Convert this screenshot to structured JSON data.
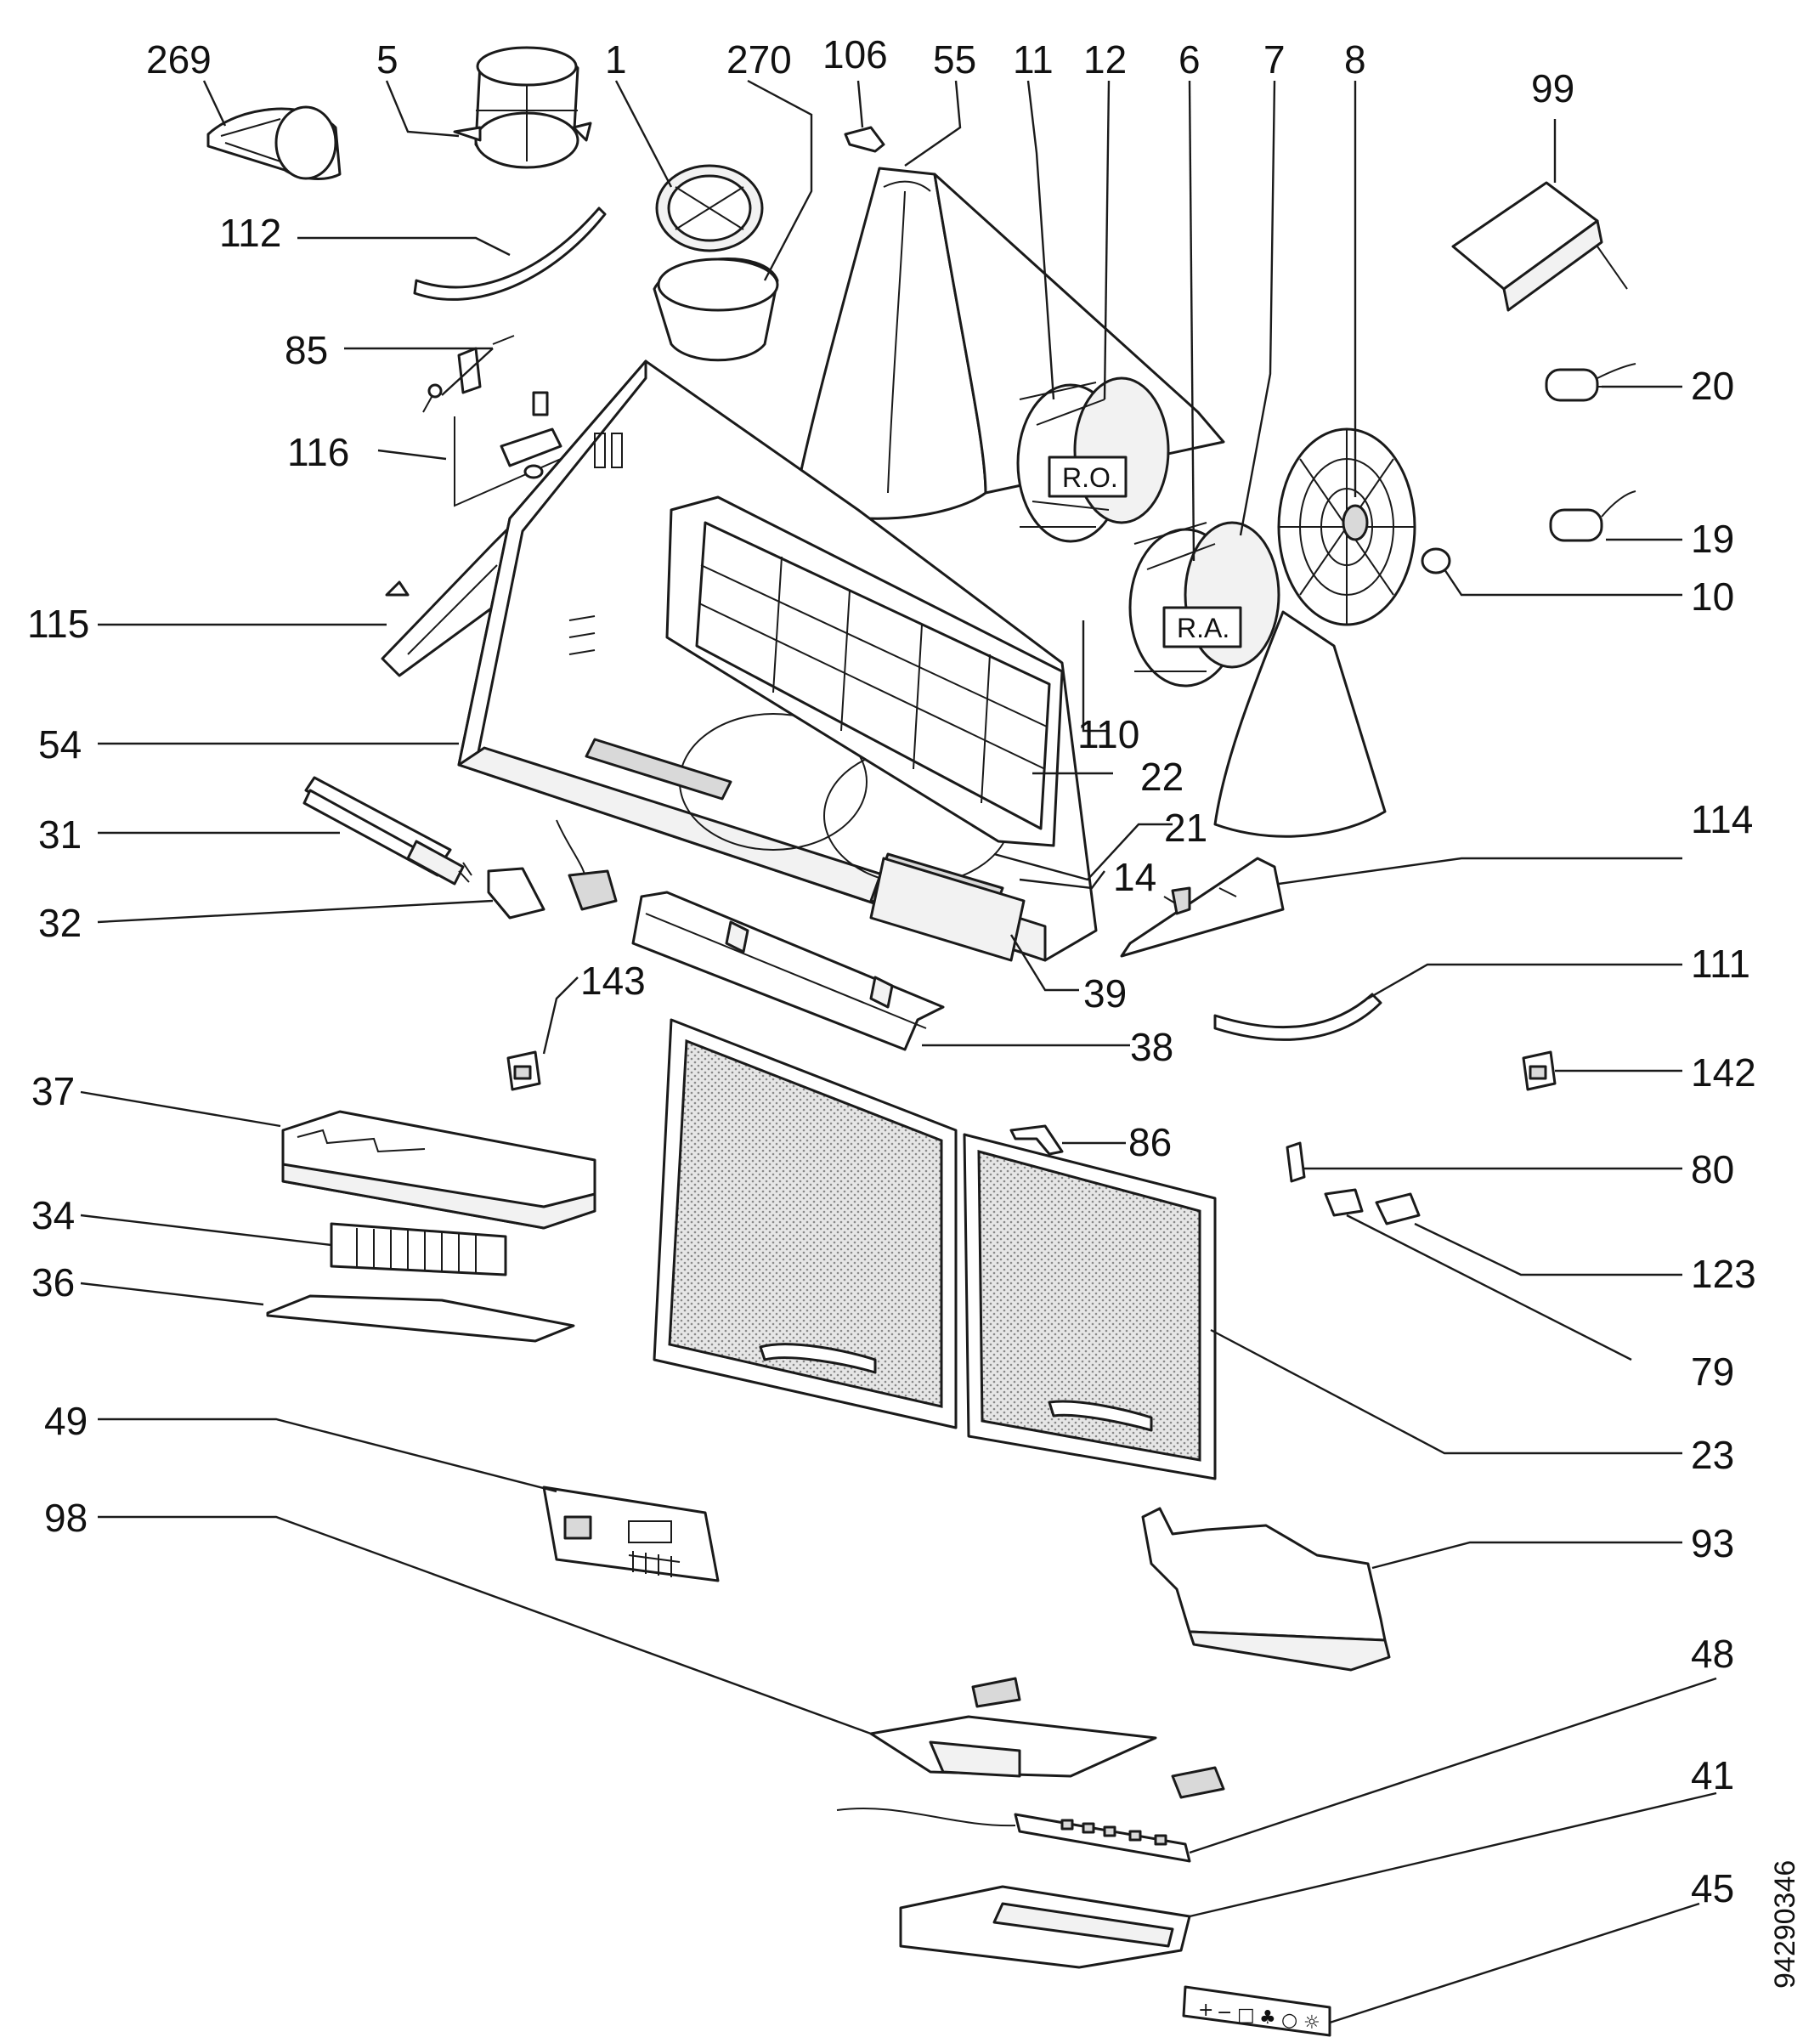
{
  "document_id": "94290346",
  "tags": {
    "ro": "R.O.",
    "ra": "R.A."
  },
  "control_symbols": [
    "+",
    "−",
    "□",
    "♣",
    "○",
    "☼"
  ],
  "labels": {
    "p269": "269",
    "p5": "5",
    "p1": "1",
    "p270": "270",
    "p106": "106",
    "p55": "55",
    "p11": "11",
    "p12": "12",
    "p6": "6",
    "p7": "7",
    "p8": "8",
    "p99": "99",
    "p112": "112",
    "p85": "85",
    "p116": "116",
    "p20": "20",
    "p19": "19",
    "p10": "10",
    "p115": "115",
    "p110": "110",
    "p54": "54",
    "p22": "22",
    "p31": "31",
    "p21": "21",
    "p14": "14",
    "p114": "114",
    "p32": "32",
    "p39": "39",
    "p111": "111",
    "p143": "143",
    "p38": "38",
    "p142": "142",
    "p37": "37",
    "p86": "86",
    "p80": "80",
    "p34": "34",
    "p123": "123",
    "p36": "36",
    "p79": "79",
    "p49": "49",
    "p23": "23",
    "p98": "98",
    "p93": "93",
    "p48": "48",
    "p41": "41",
    "p45": "45"
  }
}
